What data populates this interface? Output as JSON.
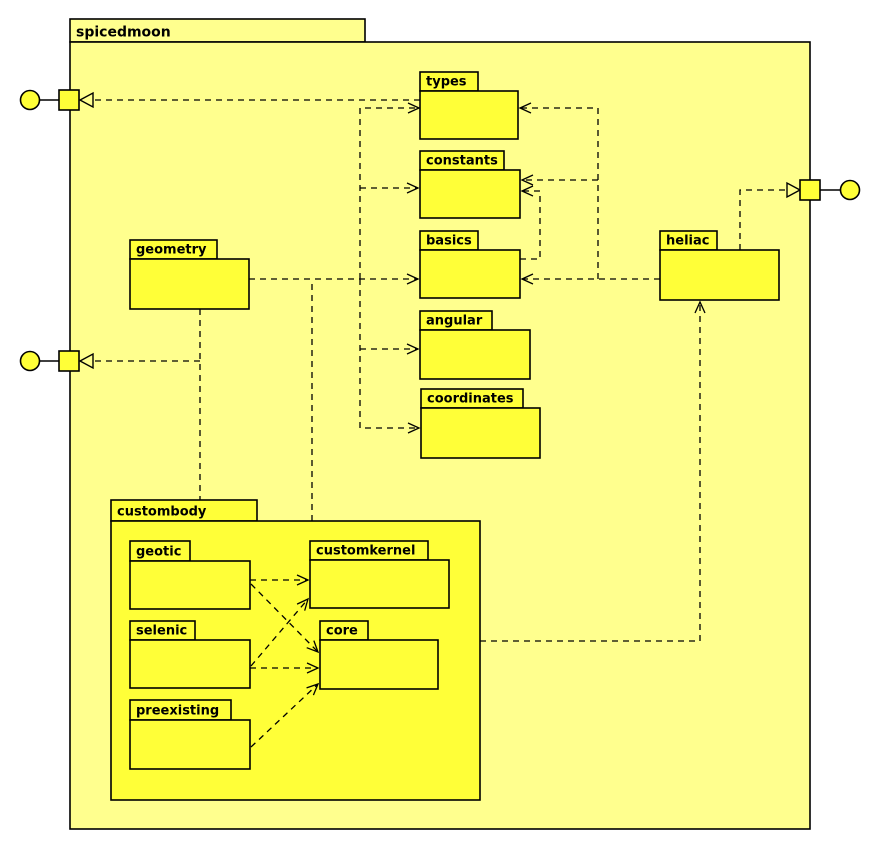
{
  "diagram": {
    "type": "uml-package-diagram",
    "root": "spicedmoon",
    "colors": {
      "canvas": "#ffffff",
      "outer_package_fill": "#FFFF8E",
      "inner_package_fill": "#FFFF38",
      "line": "#000000",
      "text": "#000000"
    },
    "packages": [
      {
        "id": "spicedmoon",
        "label": "spicedmoon",
        "kind": "root"
      },
      {
        "id": "custombody",
        "label": "custombody",
        "kind": "container"
      },
      {
        "id": "types",
        "label": "types",
        "kind": "leaf"
      },
      {
        "id": "constants",
        "label": "constants",
        "kind": "leaf"
      },
      {
        "id": "basics",
        "label": "basics",
        "kind": "leaf"
      },
      {
        "id": "angular",
        "label": "angular",
        "kind": "leaf"
      },
      {
        "id": "coordinates",
        "label": "coordinates",
        "kind": "leaf"
      },
      {
        "id": "geometry",
        "label": "geometry",
        "kind": "leaf"
      },
      {
        "id": "heliac",
        "label": "heliac",
        "kind": "leaf"
      },
      {
        "id": "geotic",
        "label": "geotic",
        "kind": "leaf"
      },
      {
        "id": "customkernel",
        "label": "customkernel",
        "kind": "leaf"
      },
      {
        "id": "selenic",
        "label": "selenic",
        "kind": "leaf"
      },
      {
        "id": "core",
        "label": "core",
        "kind": "leaf"
      },
      {
        "id": "preexisting",
        "label": "preexisting",
        "kind": "leaf"
      }
    ],
    "interfaces": [
      {
        "id": "socket-left-top",
        "side": "left",
        "linked_package": "types"
      },
      {
        "id": "socket-left-mid",
        "side": "left",
        "linked_package": "geometry, custombody"
      },
      {
        "id": "socket-right",
        "side": "right",
        "linked_package": "heliac"
      }
    ],
    "edges": [
      {
        "id": "geometry-to-basics",
        "from": "geometry",
        "to": "basics",
        "end": "arrow"
      },
      {
        "id": "trunk-to-types",
        "from": "geometry, custombody",
        "to": "types",
        "end": "arrow"
      },
      {
        "id": "trunk-to-constants",
        "from": "geometry, custombody",
        "to": "constants",
        "end": "arrow"
      },
      {
        "id": "trunk-to-angular",
        "from": "geometry, custombody",
        "to": "angular",
        "end": "arrow"
      },
      {
        "id": "trunk-to-coordinates",
        "from": "geometry, custombody",
        "to": "coordinates",
        "end": "arrow"
      },
      {
        "id": "custombody-to-trunk",
        "from": "custombody",
        "to": "shared-trunk",
        "end": "none"
      },
      {
        "id": "geometry-to-socket-stem",
        "from": "geometry, custombody",
        "to": "socket-left-mid",
        "end": "none"
      },
      {
        "id": "stem-to-socket-left-mid",
        "from": "geometry, custombody",
        "to": "socket-left-mid",
        "end": "triangle"
      },
      {
        "id": "types-to-socket-left-top",
        "from": "types",
        "to": "socket-left-top",
        "end": "triangle"
      },
      {
        "id": "heliac-to-basics",
        "from": "heliac",
        "to": "basics",
        "end": "arrow"
      },
      {
        "id": "heliac-to-types",
        "from": "heliac",
        "to": "types",
        "end": "arrow"
      },
      {
        "id": "heliac-to-constants",
        "from": "heliac",
        "to": "constants",
        "end": "arrow"
      },
      {
        "id": "basics-to-constants",
        "from": "basics",
        "to": "constants",
        "end": "arrow"
      },
      {
        "id": "custombody-to-heliac",
        "from": "custombody",
        "to": "heliac",
        "end": "arrow"
      },
      {
        "id": "heliac-to-socket-right",
        "from": "heliac",
        "to": "socket-right",
        "end": "triangle"
      },
      {
        "id": "geotic-to-customkernel",
        "from": "geotic",
        "to": "customkernel",
        "end": "arrow"
      },
      {
        "id": "geotic-to-core",
        "from": "geotic",
        "to": "core",
        "end": "arrow"
      },
      {
        "id": "selenic-to-customkernel",
        "from": "selenic",
        "to": "customkernel",
        "end": "arrow"
      },
      {
        "id": "selenic-to-core",
        "from": "selenic",
        "to": "core",
        "end": "arrow"
      },
      {
        "id": "preexisting-to-core",
        "from": "preexisting",
        "to": "core",
        "end": "arrow"
      }
    ]
  }
}
